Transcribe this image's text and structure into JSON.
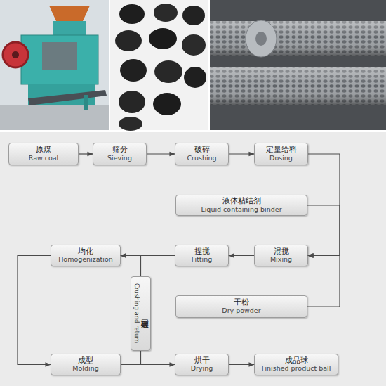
{
  "diagram": {
    "nodes": [
      {
        "text": [
          "原煤",
          "Raw coal"
        ]
      },
      {
        "text": [
          "筛分",
          "Sieving"
        ]
      },
      {
        "text": [
          "破碎",
          "Crushing"
        ]
      },
      {
        "text": [
          "定量给料",
          "Dosing"
        ]
      },
      {
        "text": [
          "液体粘结剂",
          "Liquid containing binder"
        ]
      },
      {
        "text": [
          "均化",
          "Homogenization"
        ]
      },
      {
        "text": [
          "捏搅",
          "Fitting"
        ]
      },
      {
        "text": [
          "混搅",
          "Mixing"
        ]
      },
      {
        "text": [
          "破碎返回",
          "Crushing and return"
        ]
      },
      {
        "text": [
          "干粉",
          "Dry powder"
        ]
      },
      {
        "text": [
          "成型",
          "Molding"
        ]
      },
      {
        "text": [
          "烘干",
          "Drying"
        ]
      },
      {
        "text": [
          "成品球",
          "Finished product ball"
        ]
      }
    ],
    "edges": [
      {
        "from": 0,
        "to": 1,
        "arrow": "to"
      },
      {
        "from": 1,
        "to": 2,
        "arrow": "to"
      },
      {
        "from": 2,
        "to": 3,
        "arrow": "to"
      },
      {
        "from": 3,
        "to": 7,
        "arrow": "to"
      },
      {
        "from": 4,
        "to": 7,
        "arrow": "to"
      },
      {
        "from": 9,
        "to": 7,
        "arrow": "to"
      },
      {
        "from": 7,
        "to": 6,
        "arrow": "to"
      },
      {
        "from": 6,
        "to": 5,
        "arrow": "to"
      },
      {
        "from": 5,
        "to": 10,
        "arrow": "to"
      },
      {
        "from": 10,
        "to": 11,
        "arrow": "to"
      },
      {
        "from": 11,
        "to": 12,
        "arrow": "to"
      },
      {
        "from": 10,
        "to": 8,
        "arrow": "none"
      },
      {
        "from": 8,
        "to": 5,
        "arrow": "to"
      }
    ]
  }
}
